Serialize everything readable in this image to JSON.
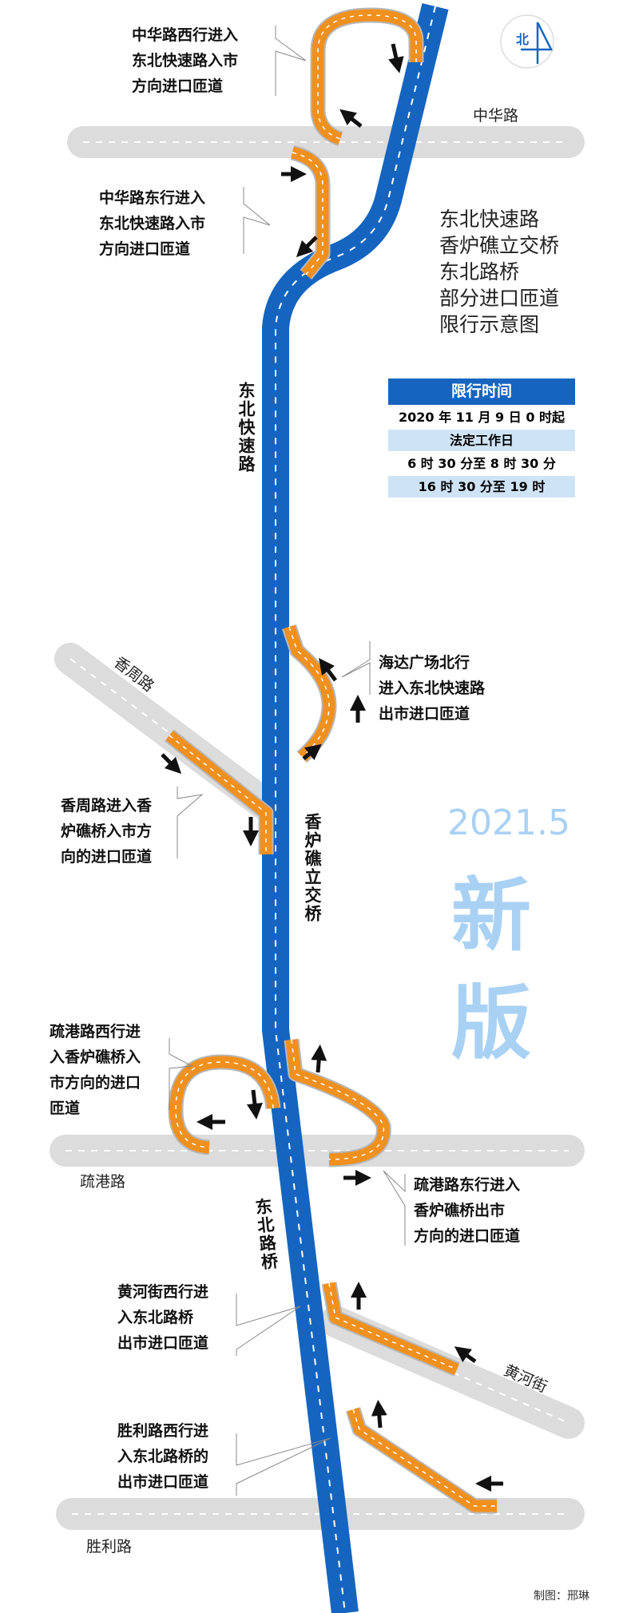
{
  "colors": {
    "expressway": "#1565c0",
    "ramp": "#f0901e",
    "road": "#dcdcdc",
    "watermark": "#a9d1f4"
  },
  "compass": {
    "label": "北"
  },
  "title": {
    "lines": [
      "东北快速路",
      "香炉礁立交桥",
      "东北路桥",
      "部分进口匝道",
      "限行示意图"
    ]
  },
  "schedule": {
    "header": "限行时间",
    "start": "2020 年 11 月 9 日 0 时起",
    "days": "法定工作日",
    "period1": "6 时 30 分至 8 时 30 分",
    "period2": "16 时 30 分至 19 时"
  },
  "roads": {
    "zhonghua": "中华路",
    "xiangzhou": "香周路",
    "shugang": "疏港路",
    "huanghe": "黄河街",
    "shengli": "胜利路"
  },
  "expressways": {
    "dongbei_kuaisu": "东北快速路",
    "xianglujiao": "香炉礁立交桥",
    "dongbei_luqiao": "东北路桥"
  },
  "ramps": {
    "r1": [
      "中华路西行进入",
      "东北快速路入市",
      "方向进口匝道"
    ],
    "r2": [
      "中华路东行进入",
      "东北快速路入市",
      "方向进口匝道"
    ],
    "r3": [
      "海达广场北行",
      "进入东北快速路",
      "出市进口匝道"
    ],
    "r4": [
      "香周路进入香",
      "炉礁桥入市方",
      "向的进口匝道"
    ],
    "r5": [
      "疏港路西行进",
      "入香炉礁桥入",
      "市方向的进口",
      "匝道"
    ],
    "r6": [
      "疏港路东行进入",
      "香炉礁桥出市",
      "方向的进口匝道"
    ],
    "r7": [
      "黄河街西行进",
      "入东北路桥",
      "出市进口匝道"
    ],
    "r8": [
      "胜利路西行进",
      "入东北路桥的",
      "出市进口匝道"
    ]
  },
  "watermark": {
    "date": "2021.5",
    "char1": "新",
    "char2": "版"
  },
  "credit": "制图：邢琳"
}
